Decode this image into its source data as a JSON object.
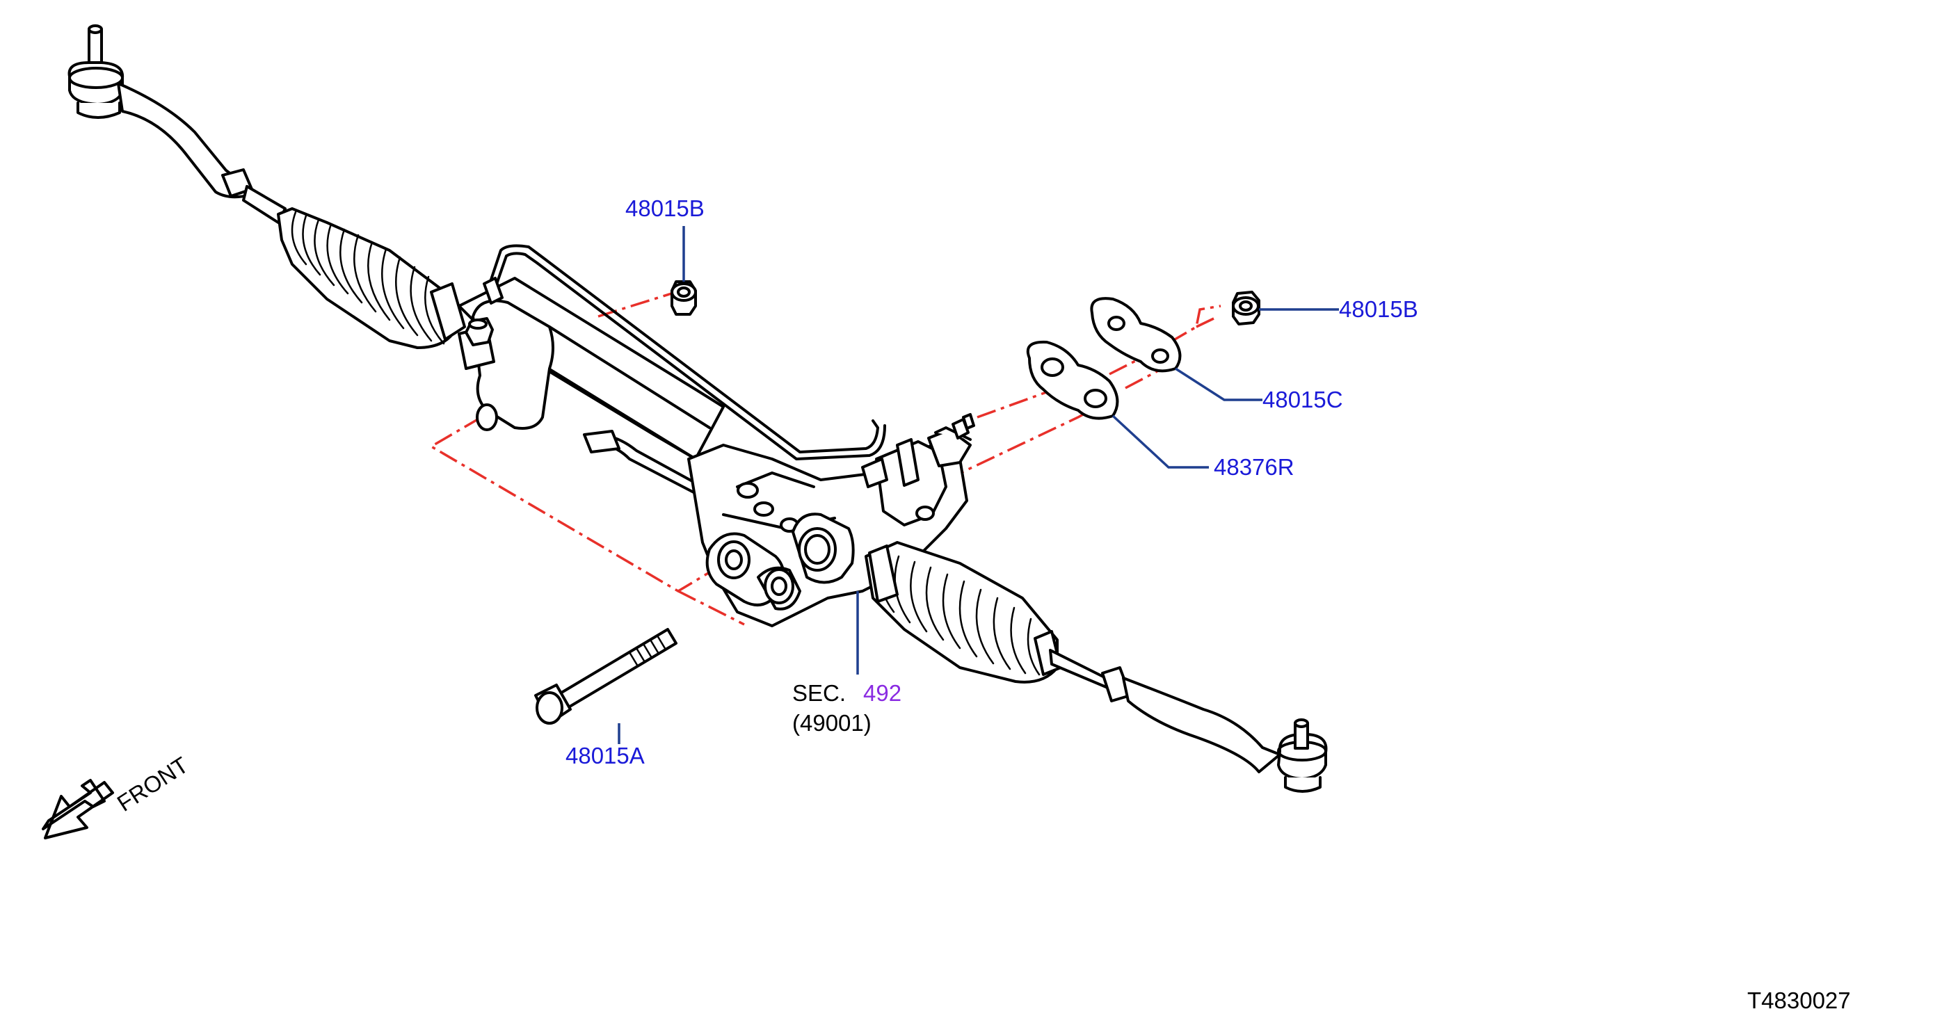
{
  "callouts": {
    "nut_upper": "48015B",
    "nut_right": "48015B",
    "plate": "48015C",
    "insulator": "48376R",
    "bolt": "48015A",
    "section_prefix": "SEC.",
    "section_number": "492",
    "section_sub": "(49001)"
  },
  "orientation": {
    "label": "FRONT"
  },
  "figure_id": "T4830027",
  "colors": {
    "part_number": "#1a1ad8",
    "section_link": "#8a2be2",
    "leader": "#1f3f8f",
    "assembly_line": "#e8302a",
    "ink": "#000000"
  }
}
